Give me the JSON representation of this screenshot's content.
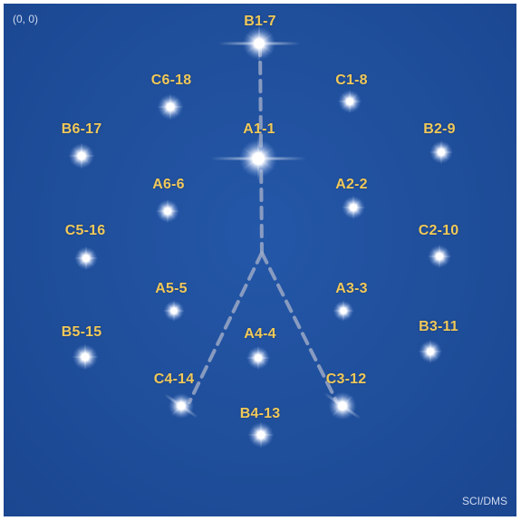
{
  "origin_label": "(0, 0)",
  "credit": "SCI/DMS",
  "colors": {
    "background": "#1f4e9a",
    "label": "#f1c95a",
    "guide_line": "#9aa8c6",
    "spot": "#ffffff"
  },
  "spot_labels": {
    "B1-7": "B1-7",
    "C6-18": "C6-18",
    "C1-8": "C1-8",
    "B6-17": "B6-17",
    "A1-1": "A1-1",
    "B2-9": "B2-9",
    "A6-6": "A6-6",
    "A2-2": "A2-2",
    "C5-16": "C5-16",
    "C2-10": "C2-10",
    "A5-5": "A5-5",
    "A3-3": "A3-3",
    "B5-15": "B5-15",
    "A4-4": "A4-4",
    "B3-11": "B3-11",
    "C4-14": "C4-14",
    "C3-12": "C3-12",
    "B4-13": "B4-13"
  }
}
